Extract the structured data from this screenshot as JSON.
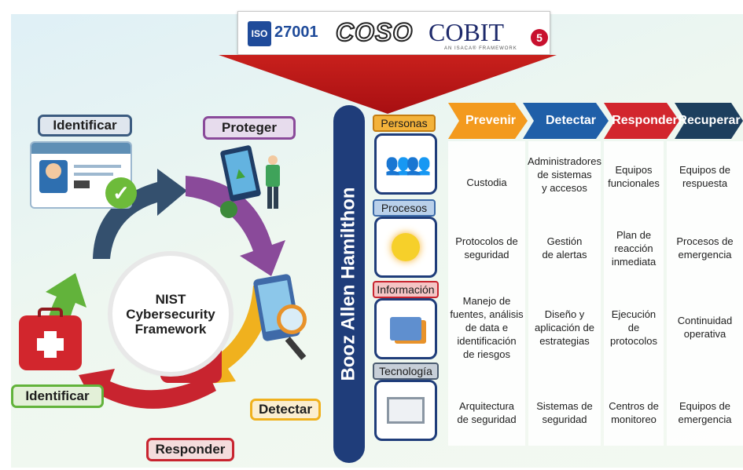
{
  "frameworks": {
    "iso": "ISO",
    "iso_num": "27001",
    "coso": "COSO",
    "cobit": "COBIT",
    "cobit_ver": "5",
    "cobit_sub": "AN ISACA® FRAMEWORK"
  },
  "center": {
    "line1": "NIST",
    "line2": "Cybersecurity",
    "line3": "Framework"
  },
  "cycle": {
    "top_left": "Identificar",
    "top_right": "Proteger",
    "bottom_left": "Identificar",
    "bottom_right": "Detectar",
    "bottom": "Responder"
  },
  "vertical_title": "Booz Allen Hamilthon",
  "categories": [
    "Personas",
    "Procesos",
    "Información",
    "Tecnología"
  ],
  "phases": [
    "Prevenir",
    "Detectar",
    "Responder",
    "Recuperar"
  ],
  "rows": [
    [
      "Custodia",
      "Administradores\nde sistemas\ny accesos",
      "Equipos\nfuncionales",
      "Equipos de\nrespuesta"
    ],
    [
      "Protocolos de\nseguridad",
      "Gestión\nde alertas",
      "Plan de\nreacción\ninmediata",
      "Procesos de\nemergencia"
    ],
    [
      "Manejo de\nfuentes, análisis\nde data e\nidentificación\nde riesgos",
      "Diseño y\naplicación de\nestrategias",
      "Ejecución\nde\nprotocolos",
      "Continuidad\noperativa"
    ],
    [
      "Arquitectura\nde seguridad",
      "Sistemas de\nseguridad",
      "Centros de\nmonitoreo",
      "Equipos de\nemergencia"
    ]
  ],
  "colors": {
    "navy": "#1f3d7a",
    "orange": "#f39a1e",
    "blue": "#1f5fa8",
    "red": "#d2262d",
    "darkblue": "#1d3f5e",
    "green": "#5fa83a",
    "purple": "#8a4a9a",
    "teal": "#34506e"
  }
}
